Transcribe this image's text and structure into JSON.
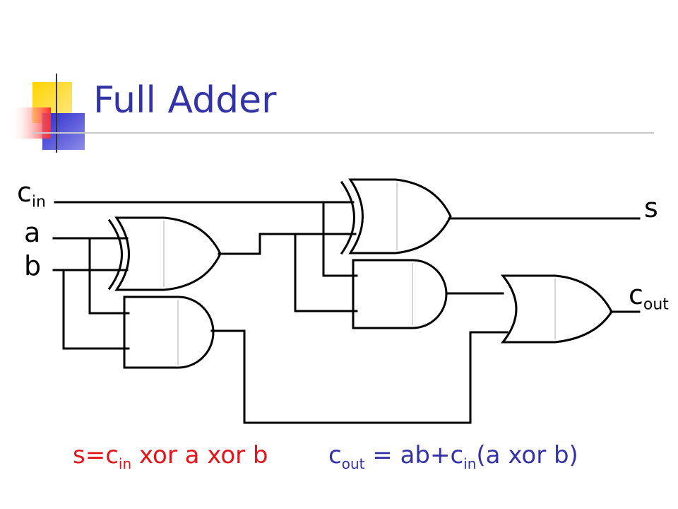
{
  "slide": {
    "title": "Full Adder"
  },
  "inputs": {
    "cin": {
      "main": "c",
      "sub": "in"
    },
    "a": "a",
    "b": "b"
  },
  "outputs": {
    "s": "s",
    "cout": {
      "main": "c",
      "sub": "out"
    }
  },
  "formulas": {
    "sum": {
      "p1": "s=c",
      "sub1": "in",
      "p2": " xor a xor b"
    },
    "carry": {
      "p1": "c",
      "sub1": "out",
      "p2": " = ab+c",
      "sub2": "in",
      "p3": "(a xor b)"
    }
  },
  "colors": {
    "title": "#3333a8",
    "sum_formula": "#e3151b",
    "carry_formula": "#3333a8"
  }
}
